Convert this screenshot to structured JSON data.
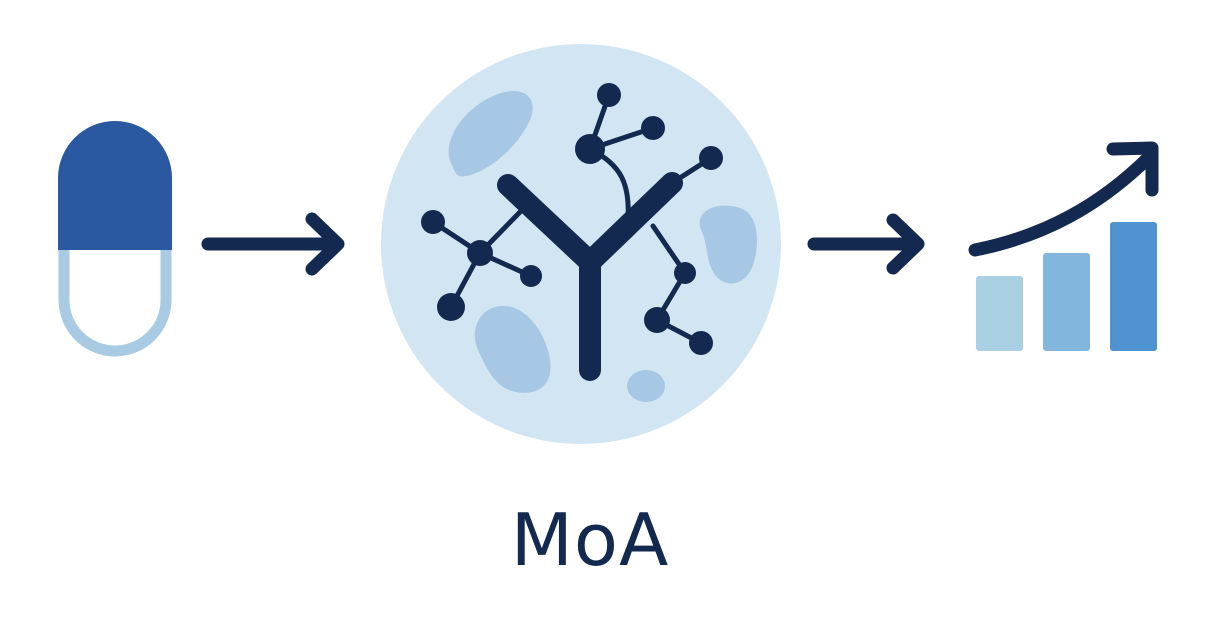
{
  "caption": "MoA",
  "colors": {
    "background": "#ffffff",
    "navy": "#14294f",
    "capsule_top": "#2a58a1",
    "capsule_bottom": "#a8cbe3",
    "cell_fill": "#d2e5f3",
    "cell_blob": "#9fc3e2",
    "bar_light": "#a9d0e3",
    "bar_mid": "#82b6dd",
    "bar_dark": "#4f93d1"
  },
  "icons": {
    "drug": "capsule-icon",
    "mechanism": "cell-receptor-icon",
    "outcome": "rising-bar-chart-icon"
  },
  "outcome_chart": {
    "bars": [
      0.55,
      0.72,
      0.95
    ]
  }
}
